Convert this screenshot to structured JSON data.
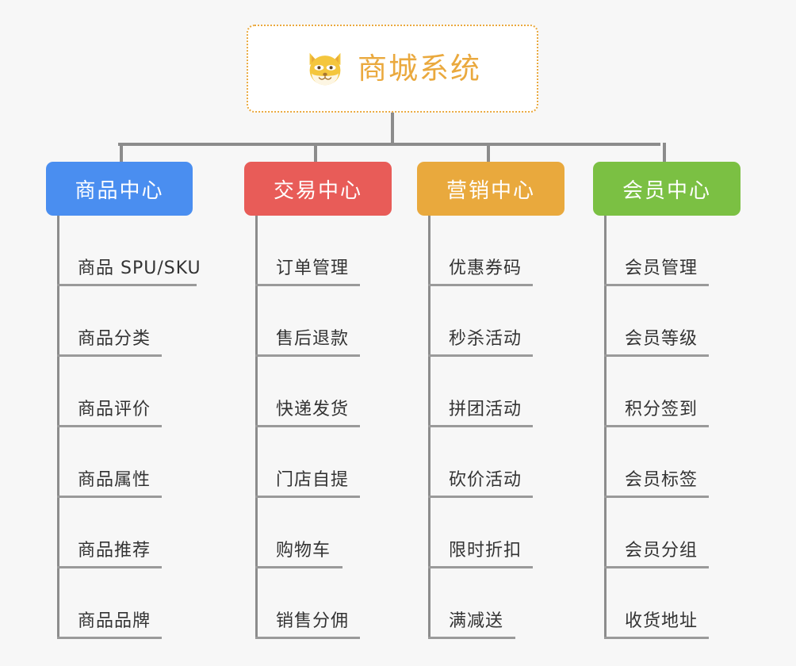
{
  "page": {
    "background_color": "#f7f7f7",
    "line_color": "#8c8c8c"
  },
  "root": {
    "title": "商城系统",
    "icon": "dog-face-icon",
    "border_color": "#eaa93e",
    "text_color": "#eaa93e",
    "background_color": "#ffffff"
  },
  "columns": [
    {
      "id": "product-center",
      "label": "商品中心",
      "color": "#4a8ef0",
      "items": [
        "商品 SPU/SKU",
        "商品分类",
        "商品评价",
        "商品属性",
        "商品推荐",
        "商品品牌"
      ]
    },
    {
      "id": "trade-center",
      "label": "交易中心",
      "color": "#e85c58",
      "items": [
        "订单管理",
        "售后退款",
        "快递发货",
        "门店自提",
        "购物车",
        "销售分佣"
      ]
    },
    {
      "id": "marketing-center",
      "label": "营销中心",
      "color": "#e9a93d",
      "items": [
        "优惠券码",
        "秒杀活动",
        "拼团活动",
        "砍价活动",
        "限时折扣",
        "满减送"
      ]
    },
    {
      "id": "member-center",
      "label": "会员中心",
      "color": "#7bc043",
      "items": [
        "会员管理",
        "会员等级",
        "积分签到",
        "会员标签",
        "会员分组",
        "收货地址"
      ]
    }
  ]
}
